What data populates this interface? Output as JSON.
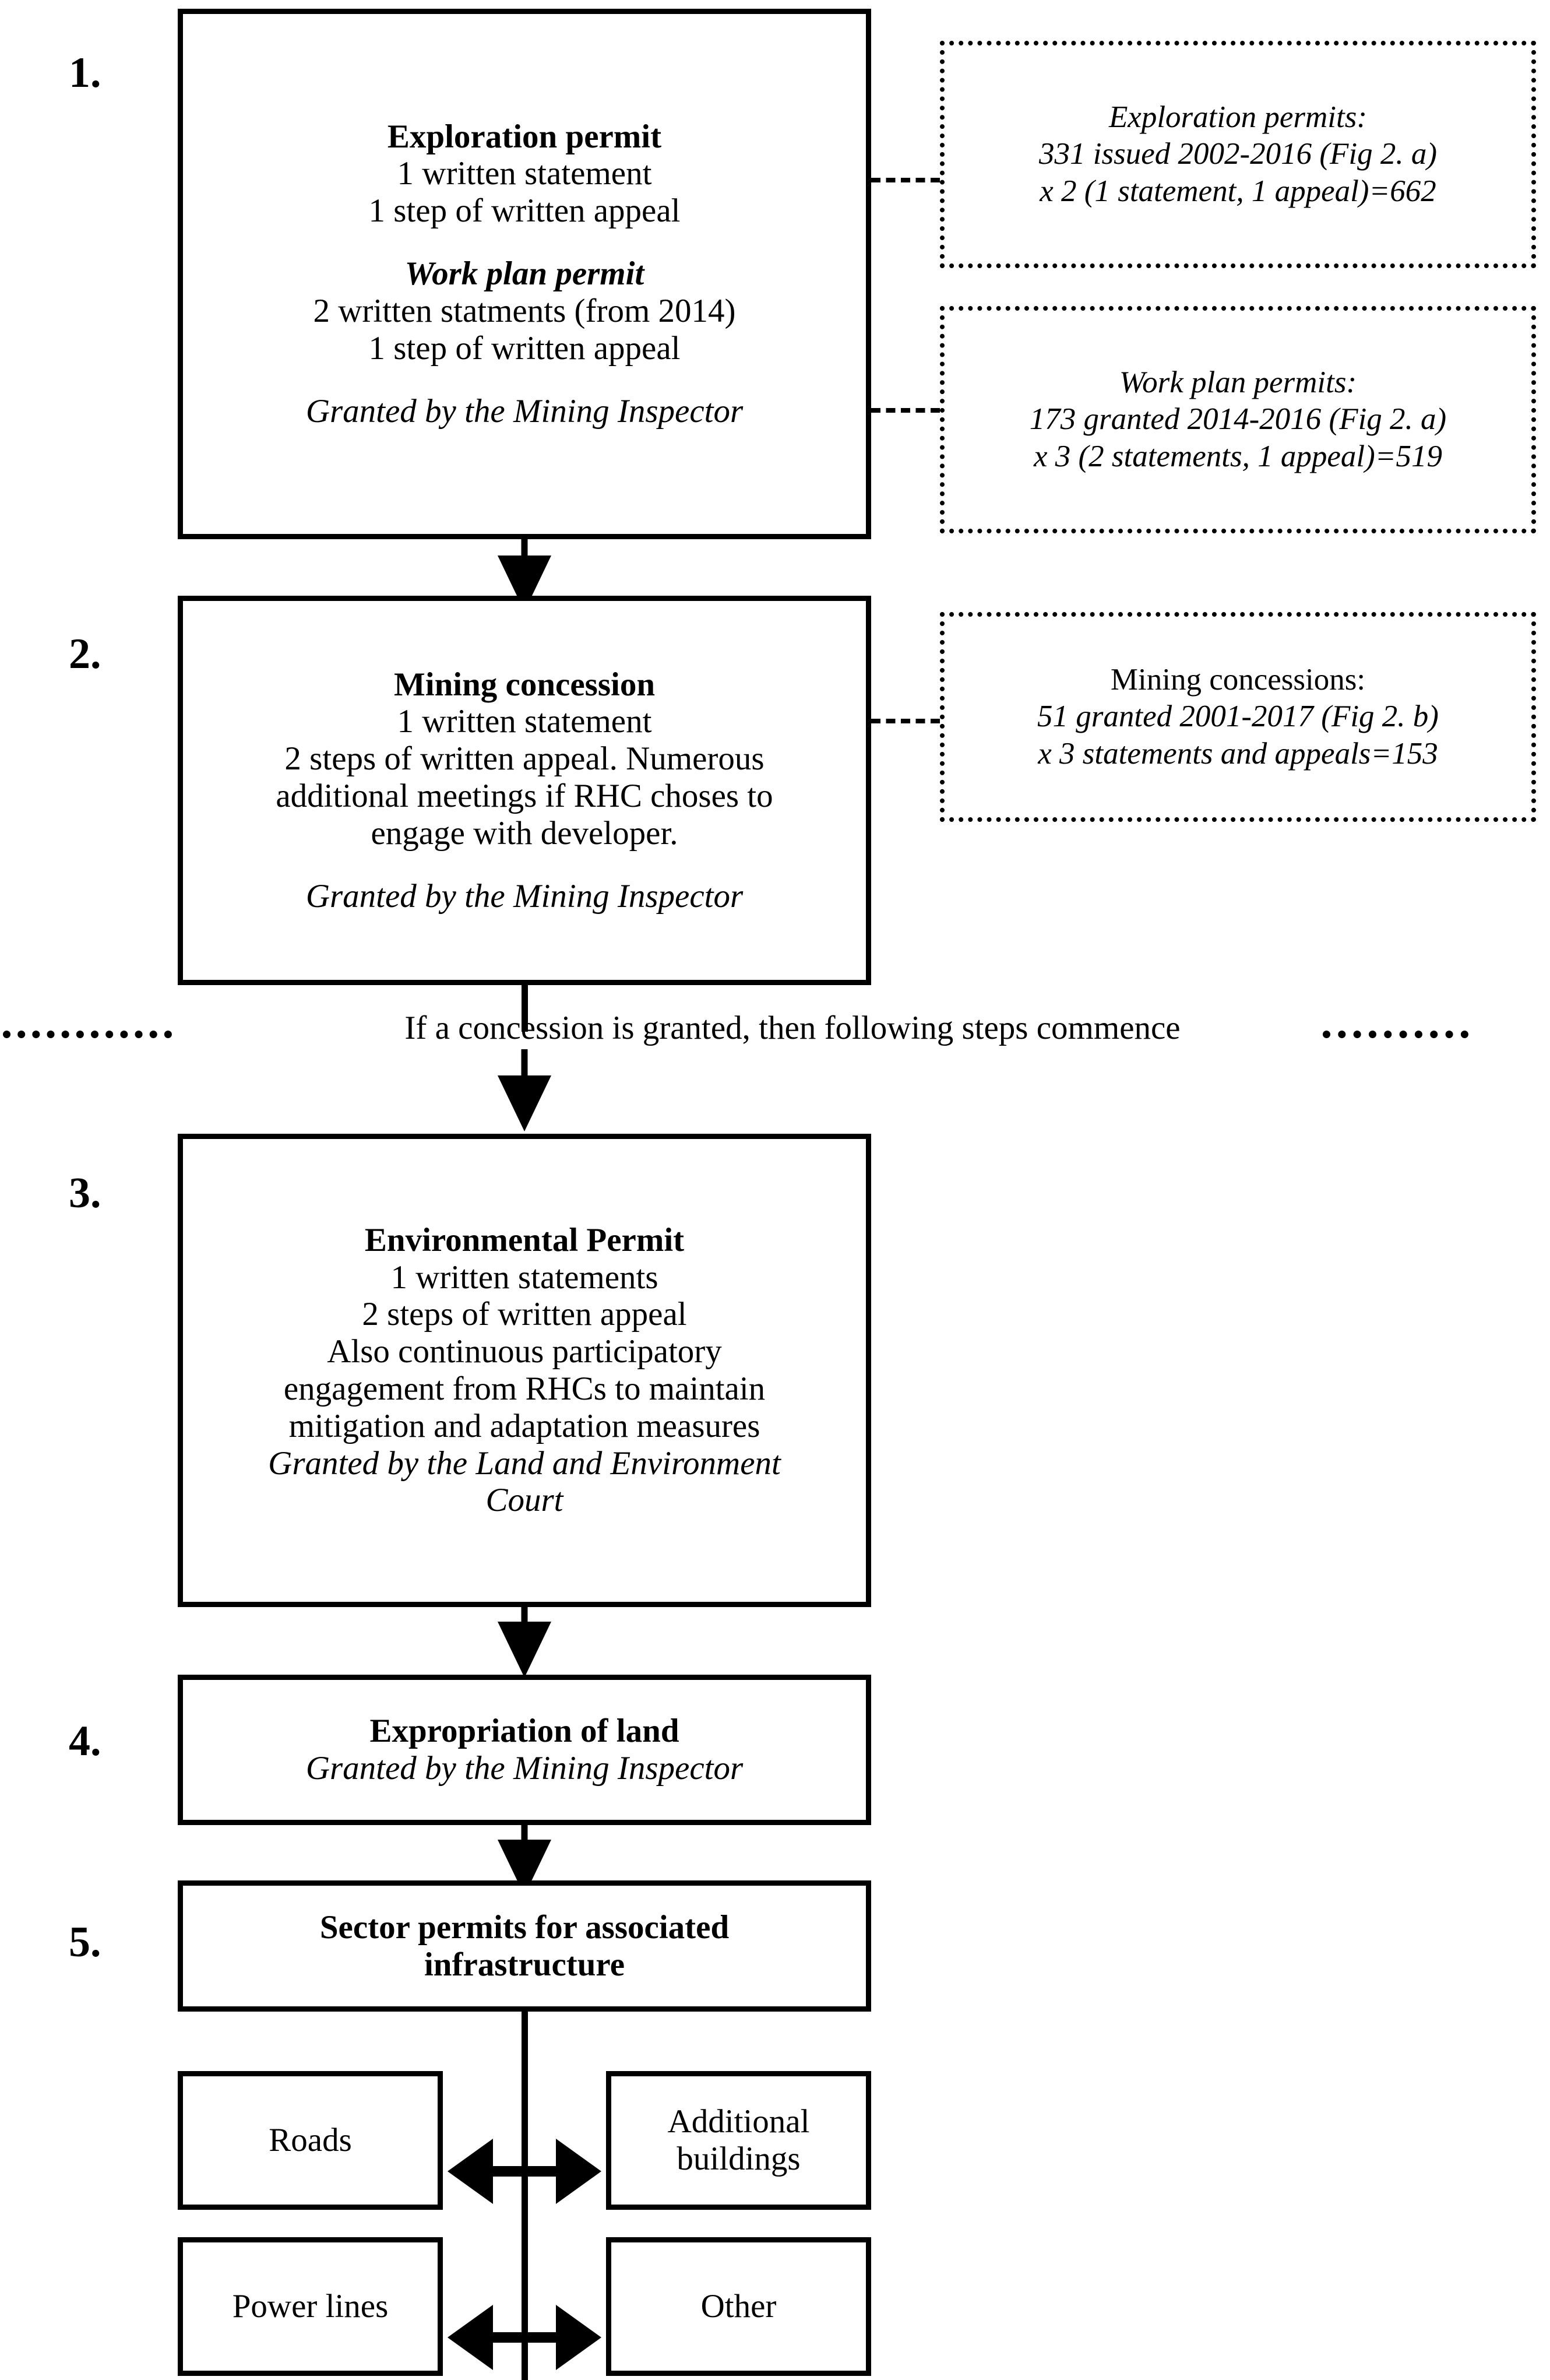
{
  "diagram": {
    "title": "Swedish mining permitting process flowchart",
    "ink_color": "#000000",
    "background_color": "#ffffff"
  },
  "steps": [
    {
      "number": "1.",
      "lines": [
        {
          "text": "Exploration permit",
          "style": "bold"
        },
        {
          "text": "1 written statement",
          "style": "normal"
        },
        {
          "text": "1 step of written appeal",
          "style": "normal"
        },
        {
          "text": "",
          "style": "gap"
        },
        {
          "text": "Work plan permit",
          "style": "bold-italic"
        },
        {
          "text": "2  written statments (from 2014)",
          "style": "normal"
        },
        {
          "text": "1 step of written appeal",
          "style": "normal"
        },
        {
          "text": "",
          "style": "gap"
        },
        {
          "text": "Granted by the Mining Inspector",
          "style": "italic"
        }
      ]
    },
    {
      "number": "2.",
      "lines": [
        {
          "text": "Mining concession",
          "style": "bold"
        },
        {
          "text": "1  written statement",
          "style": "normal"
        },
        {
          "text": "2  steps of written appeal. Numerous",
          "style": "normal"
        },
        {
          "text": "additional meetings if RHC choses to",
          "style": "normal"
        },
        {
          "text": "engage with developer.",
          "style": "normal"
        },
        {
          "text": "",
          "style": "gap"
        },
        {
          "text": "Granted by the Mining Inspector",
          "style": "italic"
        }
      ]
    },
    {
      "number": "3.",
      "lines": [
        {
          "text": "Environmental Permit",
          "style": "bold"
        },
        {
          "text": "1 written statements",
          "style": "normal"
        },
        {
          "text": "2 steps of written appeal",
          "style": "normal"
        },
        {
          "text": "Also continuous participatory",
          "style": "normal"
        },
        {
          "text": "engagement from RHCs to maintain",
          "style": "normal"
        },
        {
          "text": "mitigation and adaptation measures",
          "style": "normal"
        },
        {
          "text": "Granted by the Land and Environment",
          "style": "italic"
        },
        {
          "text": "Court",
          "style": "italic"
        }
      ]
    },
    {
      "number": "4.",
      "lines": [
        {
          "text": "Expropriation of land",
          "style": "bold"
        },
        {
          "text": "Granted by the Mining Inspector",
          "style": "italic"
        }
      ]
    },
    {
      "number": "5.",
      "lines": [
        {
          "text": "Sector permits for associated",
          "style": "bold"
        },
        {
          "text": "infrastructure",
          "style": "bold"
        }
      ]
    }
  ],
  "callouts": [
    {
      "id": "exploration-permits",
      "lines": [
        {
          "text": "Exploration permits:",
          "style": "italic"
        },
        {
          "text": "331 issued 2002-2016 (Fig 2. a)",
          "style": "italic"
        },
        {
          "text": "x 2 (1 statement, 1 appeal)=662",
          "style": "italic"
        }
      ],
      "figures": {
        "count": 331,
        "period": "2002-2016",
        "multiplier": 2,
        "total": 662
      }
    },
    {
      "id": "work-plan-permits",
      "lines": [
        {
          "text": "Work plan permits:",
          "style": "italic"
        },
        {
          "text": "173 granted 2014-2016 (Fig 2. a)",
          "style": "italic"
        },
        {
          "text": "x 3 (2 statements, 1 appeal)=519",
          "style": "italic"
        }
      ],
      "figures": {
        "count": 173,
        "period": "2014-2016",
        "multiplier": 3,
        "total": 519
      }
    },
    {
      "id": "mining-concessions",
      "lines": [
        {
          "text": "Mining concessions:",
          "style": "plain"
        },
        {
          "text": "51 granted 2001-2017 (Fig 2. b)",
          "style": "italic"
        },
        {
          "text": "x 3 statements and appeals=153",
          "style": "italic"
        }
      ],
      "figures": {
        "count": 51,
        "period": "2001-2017",
        "multiplier": 3,
        "total": 153
      }
    }
  ],
  "divider": {
    "text": "If a concession is granted, then following steps commence"
  },
  "infrastructure": {
    "roads": "Roads",
    "additional_buildings_line1": "Additional",
    "additional_buildings_line2": "buildings",
    "power_lines": "Power lines",
    "other": "Other"
  }
}
